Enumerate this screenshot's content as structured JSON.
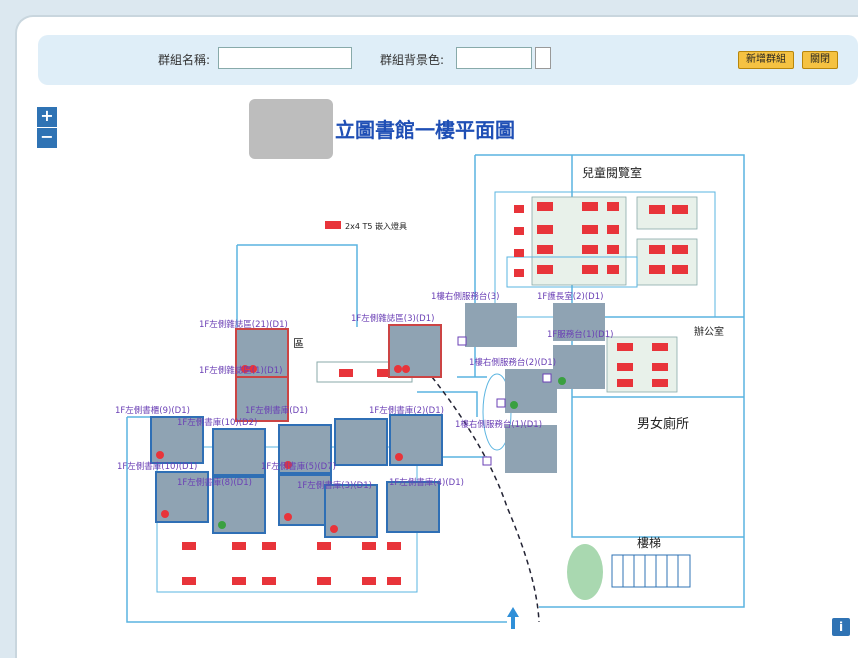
{
  "toolbar": {
    "group_name_label": "群組名稱:",
    "group_name_value": "",
    "group_color_label": "群組背景色:",
    "group_color_value": "",
    "new_group_button": "新增群組",
    "close_button": "關閉"
  },
  "zoom": {
    "in": "+",
    "out": "−"
  },
  "map": {
    "title": "立圖書館一樓平面圖",
    "legend_text": "2x4 T5 嵌入燈具",
    "rooms": {
      "children": "兒童閱覽室",
      "office": "辦公室",
      "restroom": "男女廁所",
      "stairs": "樓梯",
      "area_partial": "區"
    },
    "device_labels": [
      "1F左側雜誌區(21)(D1)",
      "1F左側雜誌區(1)(D1)",
      "1F左側雜誌區(3)(D1)",
      "1樓右側服務台(3)",
      "1F護長室(2)(D1)",
      "1F服務台(1)(D1)",
      "1樓右側服務台(2)(D1)",
      "1F左側書櫃(9)(D1)",
      "1F左側書庫(10)(D2)",
      "1F左側書庫(D1)",
      "1F左側書庫(2)(D1)",
      "1樓右側服務台(1)(D1)",
      "1F左側書庫(10)(D1)",
      "1F左側書庫(5)(D7)",
      "1F左側書庫(8)(D1)",
      "1F左側書庫(3)(D1)",
      "1F左側書庫(4)(D1)"
    ]
  },
  "info_button": "i",
  "colors": {
    "accent": "#2f73b4",
    "wall": "#5ab4e0",
    "fixture": "#e8343a",
    "label": "#6a3fb5"
  }
}
